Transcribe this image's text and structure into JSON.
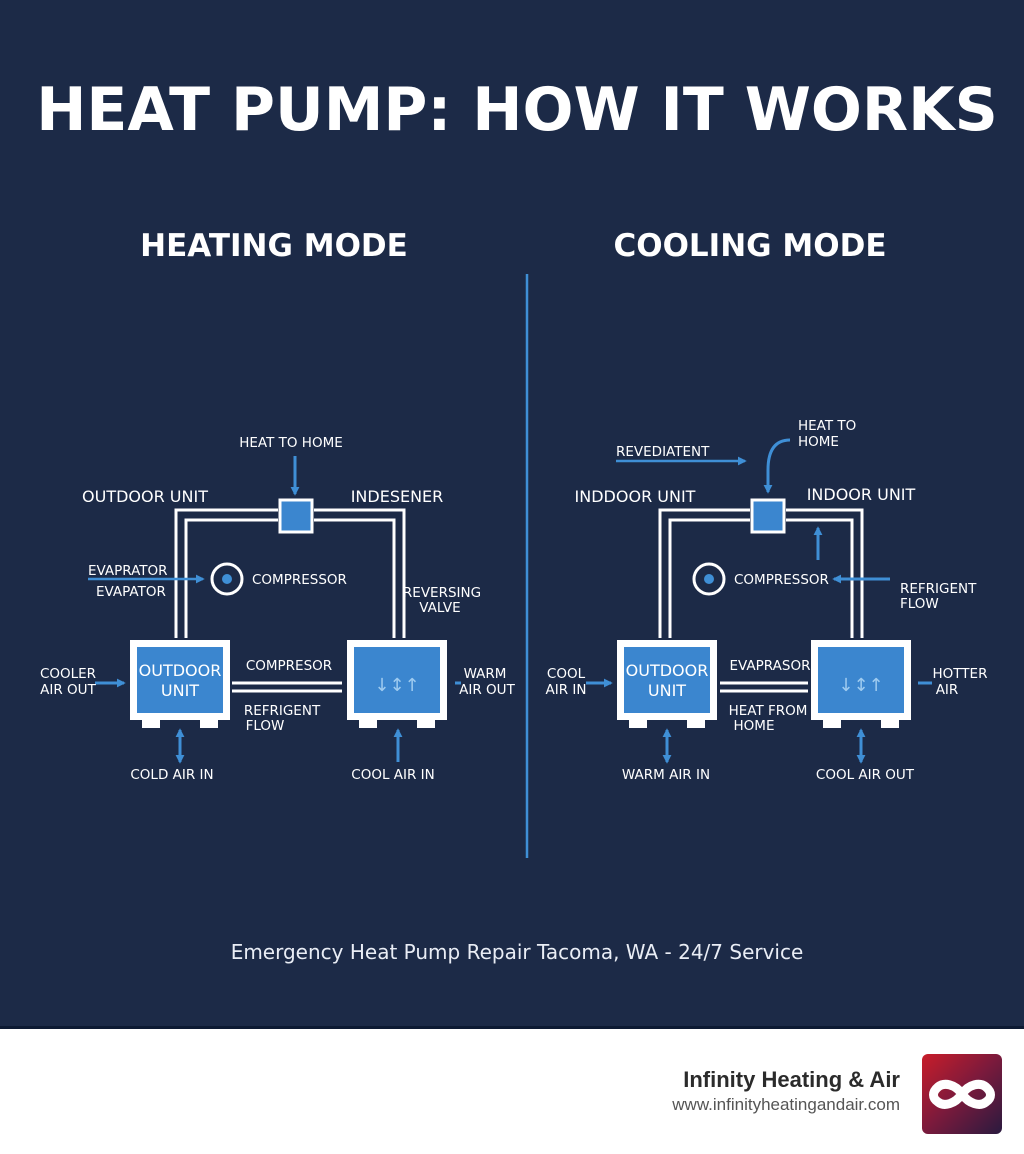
{
  "title": "HEAT PUMP: HOW IT WORKS",
  "heating": {
    "heading": "HEATING MODE",
    "heat_to_home": "HEAT TO HOME",
    "outdoor_unit_label": "OUTDOOR UNIT",
    "indesener_label": "INDESENER",
    "evaprator_1": "EVAPRATOR",
    "evaprator_2": "EVAPATOR",
    "compressor": "COMPRESSOR",
    "reversing_1": "REVERSING",
    "reversing_2": "VALVE",
    "cooler_1": "COOLER",
    "cooler_2": "AIR OUT",
    "box_outdoor_1": "OUTDOOR",
    "box_outdoor_2": "UNIT",
    "compresor": "COMPRESOR",
    "refrigerant_1": "REFRIGENT",
    "refrigerant_2": "FLOW",
    "warm_1": "WARM",
    "warm_2": "AIR OUT",
    "cold_air_in": "COLD AIR IN",
    "cool_air_in": "COOL AIR IN"
  },
  "cooling": {
    "heading": "COOLING MODE",
    "revediatent": "REVEDIATENT",
    "heat_to_1": "HEAT TO",
    "heat_to_2": "HOME",
    "inddoor_unit_label": "INDDOOR UNIT",
    "indoor_unit_label": "INDOOR UNIT",
    "compressor": "COMPRESSOR",
    "refrigent_1": "REFRIGENT",
    "refrigent_2": "FLOW",
    "cool_1": "COOL",
    "cool_2": "AIR IN",
    "box_outdoor_1": "OUTDOOR",
    "box_outdoor_2": "UNIT",
    "evaprasor": "EVAPRASOR",
    "heat_from_1": "HEAT FROM",
    "heat_from_2": "HOME",
    "hotter_1": "HOTTER",
    "hotter_2": "AIR",
    "warm_air_in": "WARM AIR IN",
    "cool_air_out": "COOL AIR OUT"
  },
  "caption": "Emergency Heat Pump Repair Tacoma, WA - 24/7 Service",
  "brand": {
    "name": "Infinity Heating & Air",
    "url": "www.infinityheatingandair.com",
    "logo_icon": "infinity-icon"
  },
  "colors": {
    "background": "#1c2a47",
    "accent": "#3f8fd6",
    "unit_fill": "#3b86cf",
    "text": "#ffffff"
  }
}
